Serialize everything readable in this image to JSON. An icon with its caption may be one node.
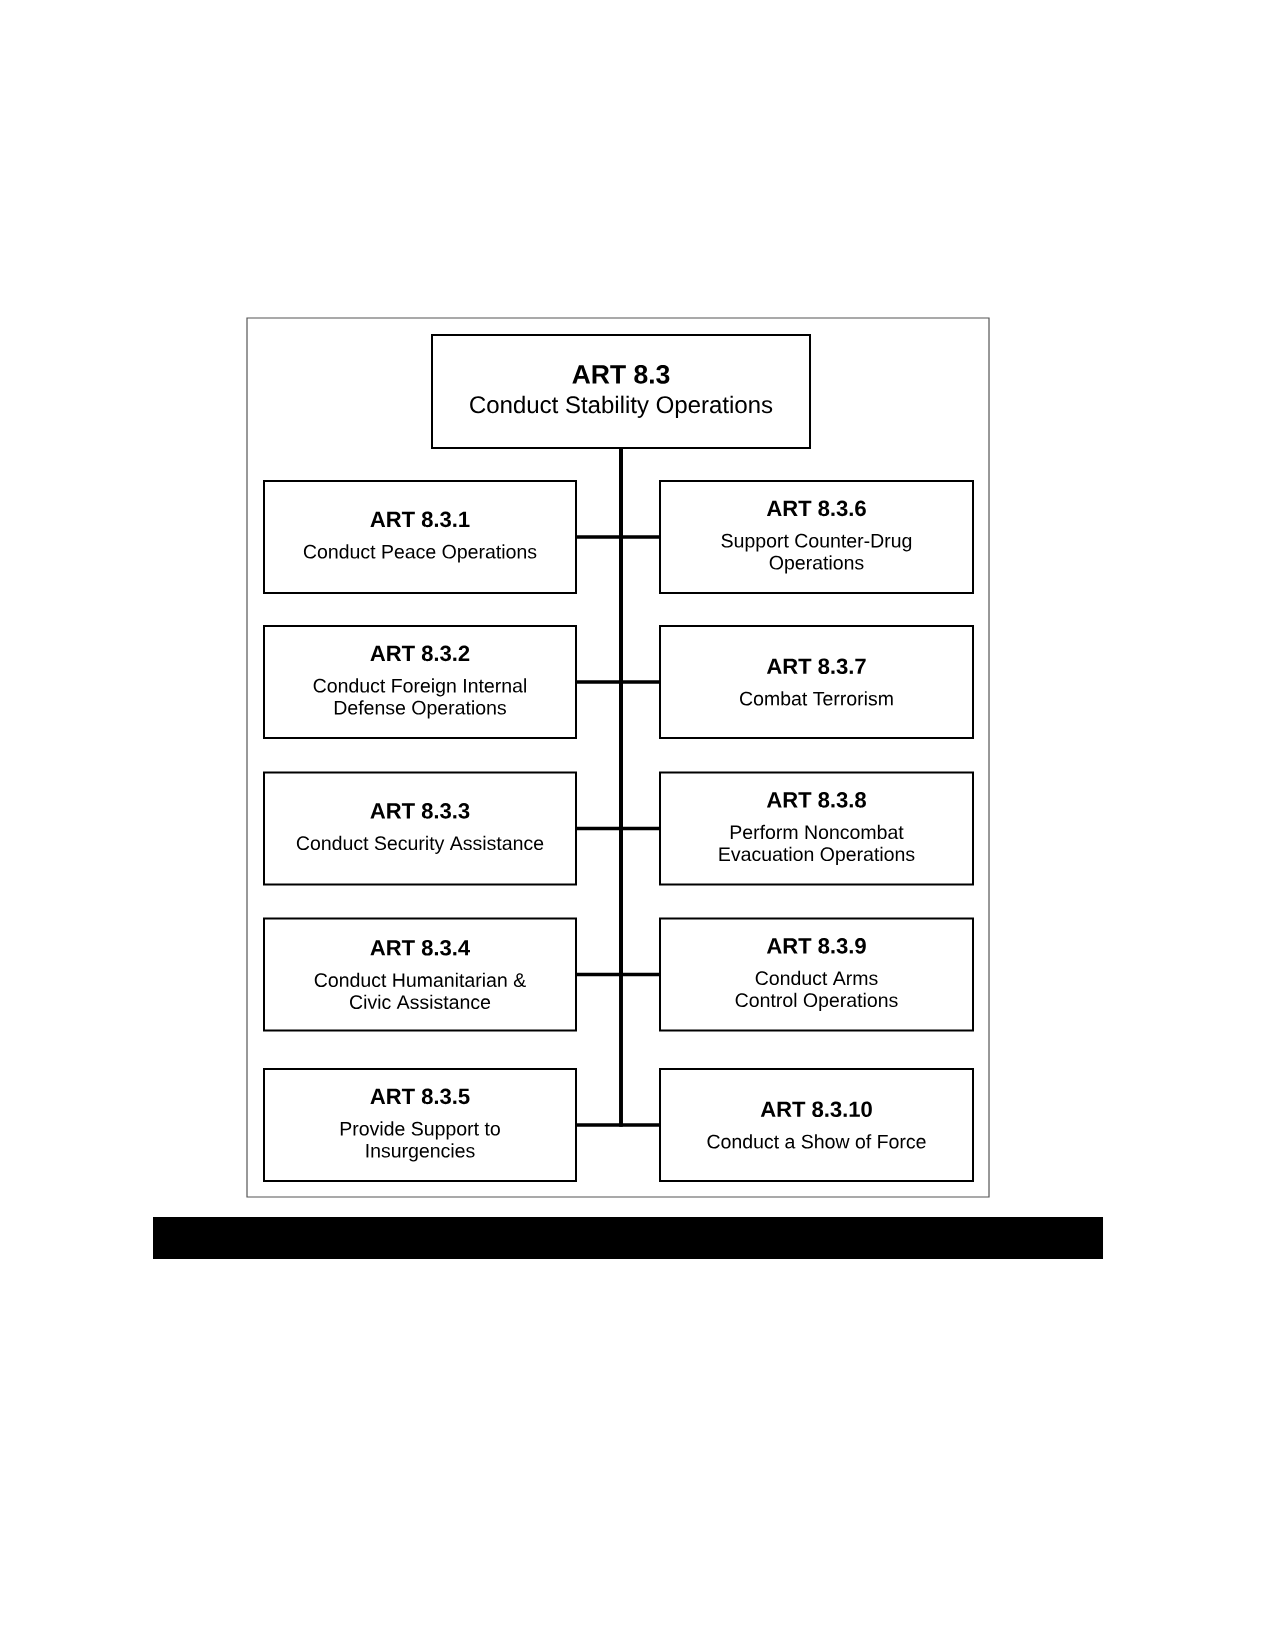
{
  "diagram": {
    "nodes": [
      {
        "text": [
          "ART 8.3",
          "Conduct Stability Operations"
        ]
      },
      {
        "text": [
          "ART 8.3.1",
          "Conduct Peace Operations"
        ]
      },
      {
        "text": [
          "ART 8.3.2",
          "Conduct Foreign Internal Defense Operations"
        ]
      },
      {
        "text": [
          "ART 8.3.3",
          "Conduct Security Assistance"
        ]
      },
      {
        "text": [
          "ART 8.3.4",
          "Conduct Humanitarian & Civic Assistance"
        ]
      },
      {
        "text": [
          "ART 8.3.5",
          "Provide Support to Insurgencies"
        ]
      },
      {
        "text": [
          "ART 8.3.6",
          "Support Counter-Drug Operations"
        ]
      },
      {
        "text": [
          "ART 8.3.7",
          "Combat Terrorism"
        ]
      },
      {
        "text": [
          "ART 8.3.8",
          "Perform Noncombat Evacuation Operations"
        ]
      },
      {
        "text": [
          "ART 8.3.9",
          "Conduct Arms Control Operations"
        ]
      },
      {
        "text": [
          "ART 8.3.10",
          "Conduct a Show of Force"
        ]
      },
      {
        "text": [],
        "shape": "bar"
      }
    ],
    "edges": [
      {
        "from": 0,
        "to": 1,
        "arrow": "none"
      },
      {
        "from": 0,
        "to": 2,
        "arrow": "none"
      },
      {
        "from": 0,
        "to": 3,
        "arrow": "none"
      },
      {
        "from": 0,
        "to": 4,
        "arrow": "none"
      },
      {
        "from": 0,
        "to": 5,
        "arrow": "none"
      },
      {
        "from": 0,
        "to": 6,
        "arrow": "none"
      },
      {
        "from": 0,
        "to": 7,
        "arrow": "none"
      },
      {
        "from": 0,
        "to": 8,
        "arrow": "none"
      },
      {
        "from": 0,
        "to": 9,
        "arrow": "none"
      },
      {
        "from": 0,
        "to": 10,
        "arrow": "none"
      }
    ]
  }
}
